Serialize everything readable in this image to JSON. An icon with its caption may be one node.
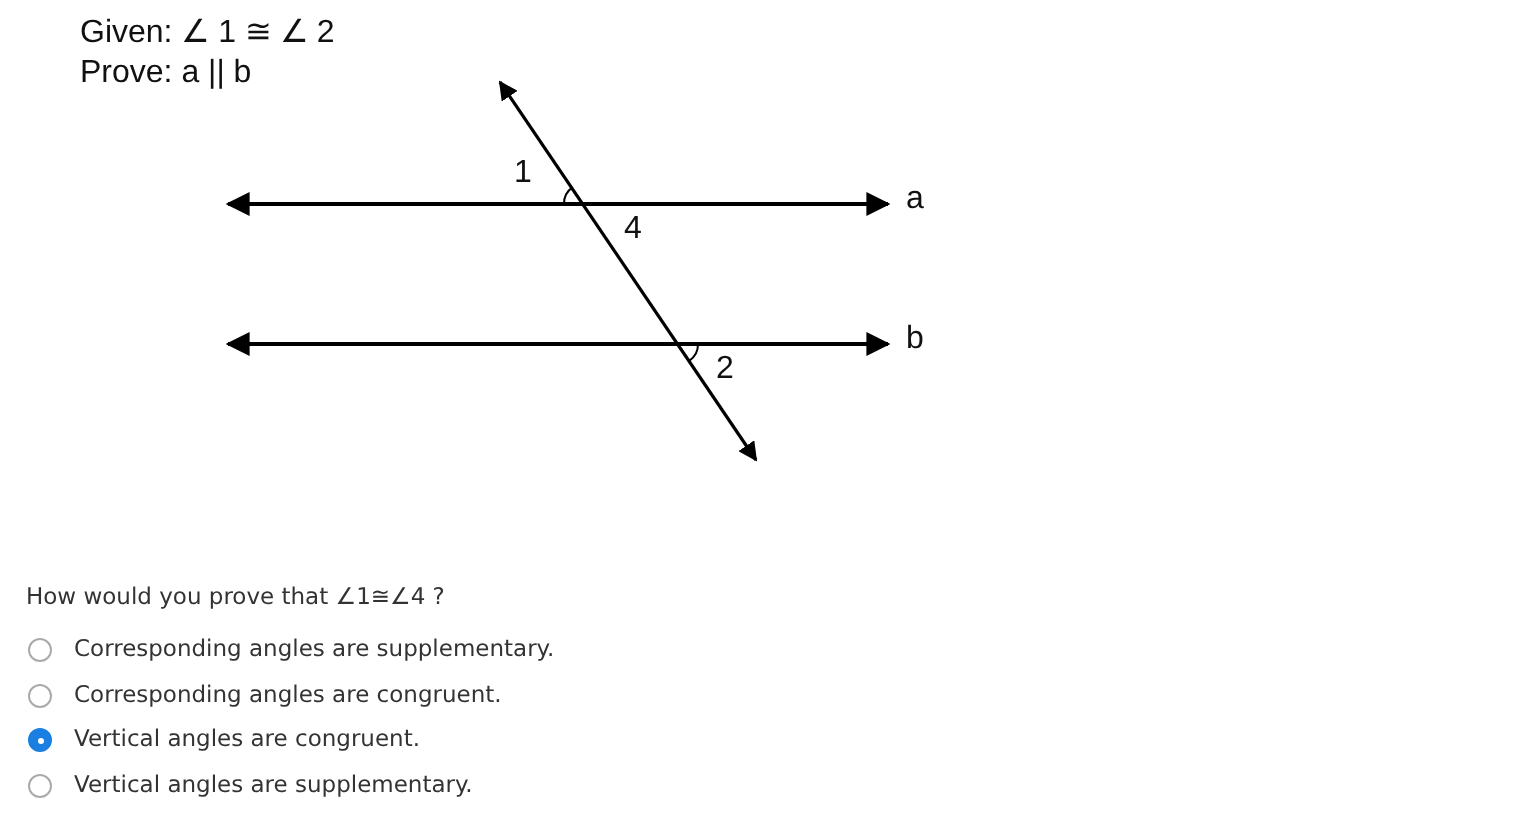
{
  "diagram": {
    "labels": [
      "Given: ∠ 1 ≅ ∠ 2",
      "Prove:  a || b",
      "1",
      "4",
      "2",
      "a",
      "b",
      "How would you prove that ∠1≅∠4 ?",
      "Corresponding angles are supplementary.",
      "Corresponding angles are congruent.",
      "Vertical angles are congruent.",
      "Vertical angles are supplementary."
    ]
  }
}
